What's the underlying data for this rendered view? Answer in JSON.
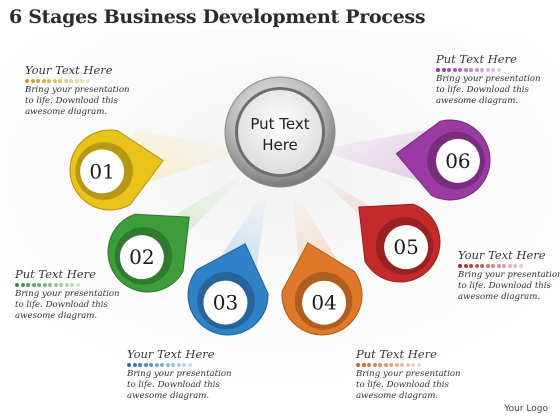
{
  "title": "6 Stages Business Development Process",
  "center": {
    "line1": "Put Text",
    "line2": "Here"
  },
  "stages": [
    {
      "number": "01",
      "color": "#e9c31a"
    },
    {
      "number": "02",
      "color": "#3e9d3b"
    },
    {
      "number": "03",
      "color": "#2f82c7"
    },
    {
      "number": "04",
      "color": "#e0782a"
    },
    {
      "number": "05",
      "color": "#c42a2a"
    },
    {
      "number": "06",
      "color": "#9a3aa3"
    }
  ],
  "callouts": [
    {
      "heading": "Your Text Here",
      "body": "Bring your presentation to life. Download this awesome diagram.",
      "color": "#c59b12"
    },
    {
      "heading": "Put Text Here",
      "body": "Bring your presentation to life. Download this awesome diagram.",
      "color": "#3e8a3b"
    },
    {
      "heading": "Your Text Here",
      "body": "Bring your presentation to life. Download this awesome diagram.",
      "color": "#2a6ea8"
    },
    {
      "heading": "Put Text Here",
      "body": "Bring your presentation to life. Download this awesome diagram.",
      "color": "#c06a24"
    },
    {
      "heading": "Your Text Here",
      "body": "Bring your presentation to life. Download this awesome diagram.",
      "color": "#a82828"
    },
    {
      "heading": "Put Text Here",
      "body": "Bring your presentation to life. Download this awesome diagram.",
      "color": "#8a3496"
    }
  ],
  "footer": "Your Logo"
}
